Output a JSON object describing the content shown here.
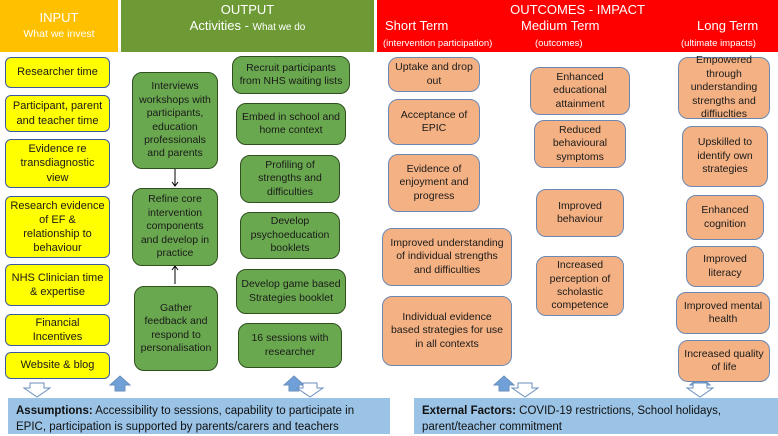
{
  "header": {
    "input": {
      "title": "INPUT",
      "subtitle": "What we invest"
    },
    "output": {
      "title": "OUTPUT",
      "subtitle_main": "Activities - ",
      "subtitle_small": "What we do"
    },
    "outcomes": {
      "title": "OUTCOMES - IMPACT",
      "short_term": "Short Term",
      "short_term_sub": "(intervention participation)",
      "medium_term": "Medium Term",
      "medium_term_sub": "(outcomes)",
      "long_term": "Long Term",
      "long_term_sub": "(ultimate impacts)"
    }
  },
  "inputs": [
    "Researcher time",
    "Participant, parent and teacher time",
    "Evidence re transdiagnostic view",
    "Research evidence of EF & relationship to behaviour",
    "NHS Clinician time & expertise",
    "Financial Incentives",
    "Website & blog"
  ],
  "activities_left": [
    "Interviews workshops with participants, education professionals and parents",
    "Refine core intervention components and develop in practice",
    "Gather feedback and respond to personalisation"
  ],
  "activities_right": [
    "Recruit participants from NHS waiting lists",
    "Embed in school and home context",
    "Profiling of strengths and difficulties",
    "Develop psychoeducation booklets",
    "Develop game based Strategies booklet",
    "16 sessions with researcher"
  ],
  "short_term": [
    "Uptake and drop out",
    "Acceptance of EPIC",
    "Evidence of enjoyment and progress",
    "Improved understanding of individual strengths and difficulties",
    "Individual evidence based strategies for use in all contexts"
  ],
  "medium_term": [
    "Enhanced educational attainment",
    "Reduced behavioural symptoms",
    "Improved behaviour",
    "Increased perception of scholastic competence"
  ],
  "long_term": [
    "Empowered through understanding strengths and diffiuclties",
    "Upskilled to identify own strategies",
    "Enhanced cognition",
    "Improved literacy",
    "Improved mental health",
    "Increased quality of life"
  ],
  "assumptions": {
    "label": "Assumptions:",
    "text": " Accessibility to sessions, capability to participate in EPIC, participation is supported by parents/carers and teachers"
  },
  "external": {
    "label": "External Factors:",
    "text": " COVID-19 restrictions, School holidays, parent/teacher commitment"
  },
  "colors": {
    "input_header": "#ffc000",
    "output_header": "#6e9a36",
    "outcomes_header": "#ff0000",
    "input_box": "#ffff00",
    "activity_box": "#6aa84f",
    "outcome_box": "#f4b183",
    "band": "#9ac3e6"
  }
}
